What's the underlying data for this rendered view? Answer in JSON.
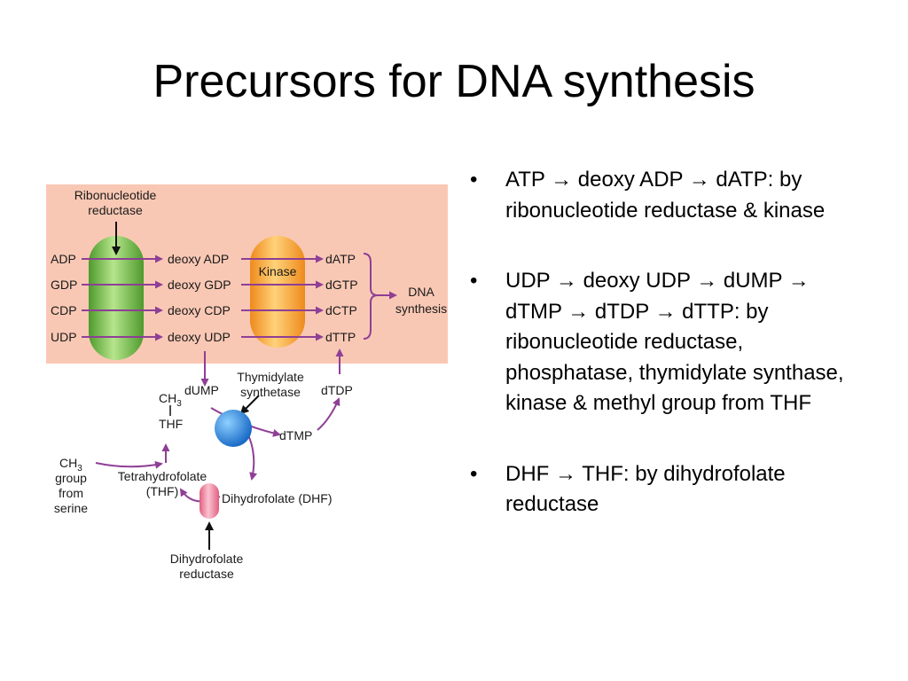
{
  "title": "Precursors for DNA synthesis",
  "diagram": {
    "ribo_label_1": "Ribonucleotide",
    "ribo_label_2": "reductase",
    "kinase": "Kinase",
    "ribo": [
      "ADP",
      "GDP",
      "CDP",
      "UDP"
    ],
    "deoxy": [
      "deoxy ADP",
      "deoxy GDP",
      "deoxy CDP",
      "deoxy UDP"
    ],
    "dntp": [
      "dATP",
      "dGTP",
      "dCTP",
      "dTTP"
    ],
    "dna_1": "DNA",
    "dna_2": "synthesis",
    "dump": "dUMP",
    "thy_1": "Thymidylate",
    "thy_2": "synthetase",
    "dtdp": "dTDP",
    "dtmp": "dTMP",
    "ch3_main": "CH",
    "ch3_sub": "3",
    "thf": "THF",
    "ch3b_main": "CH",
    "ch3b_sub": "3",
    "group": "group",
    "from": "from",
    "serine": "serine",
    "tetra_1": "Tetrahydrofolate",
    "tetra_2": "(THF)",
    "dhf": "Dihydrofolate (DHF)",
    "dhfr_1": "Dihydrofolate",
    "dhfr_2": "reductase",
    "colors": {
      "panel": "#f9c8b4",
      "arrow": "#8e3f96",
      "green": "#7cc94e",
      "orange": "#f7a73a",
      "blue": "#2a7fd6",
      "pink": "#f08aa8"
    }
  },
  "bullets": [
    {
      "bullet": "•",
      "text": "ATP → deoxy ADP → dATP: by ribonucleotide reductase & kinase"
    },
    {
      "bullet": "•",
      "text": "UDP → deoxy UDP → dUMP → dTMP → dTDP → dTTP: by ribonucleotide reductase, phosphatase, thymidylate synthase, kinase & methyl group from THF"
    },
    {
      "bullet": "•",
      "text": "DHF → THF: by dihydrofolate reductase"
    }
  ]
}
